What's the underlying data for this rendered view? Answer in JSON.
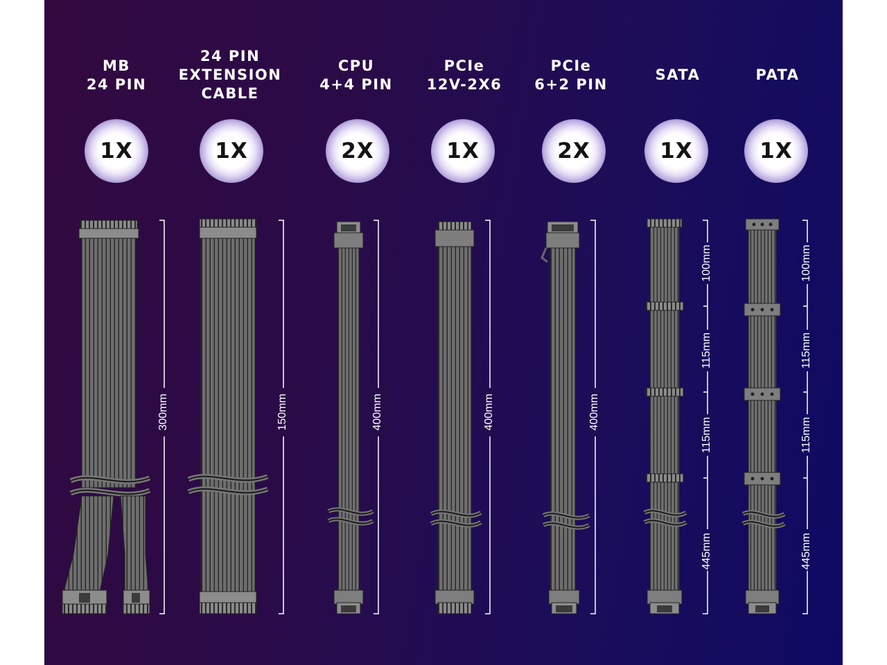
{
  "cables": [
    {
      "id": "mb24",
      "title_lines": [
        "MB",
        "24 PIN"
      ],
      "quantity": "1X",
      "lengths": [
        "300mm"
      ]
    },
    {
      "id": "ext24",
      "title_lines": [
        "24 PIN",
        "EXTENSION",
        "CABLE"
      ],
      "quantity": "1X",
      "lengths": [
        "150mm"
      ]
    },
    {
      "id": "cpu",
      "title_lines": [
        "CPU",
        "4+4 PIN"
      ],
      "quantity": "2X",
      "lengths": [
        "400mm"
      ]
    },
    {
      "id": "pcie12v",
      "title_lines": [
        "PCIe",
        "12V-2X6"
      ],
      "quantity": "1X",
      "lengths": [
        "400mm"
      ]
    },
    {
      "id": "pcie62",
      "title_lines": [
        "PCIe",
        "6+2 PIN"
      ],
      "quantity": "2X",
      "lengths": [
        "400mm"
      ]
    },
    {
      "id": "sata",
      "title_lines": [
        "SATA"
      ],
      "quantity": "1X",
      "lengths": [
        "100mm",
        "115mm",
        "115mm",
        "445mm"
      ]
    },
    {
      "id": "pata",
      "title_lines": [
        "PATA"
      ],
      "quantity": "1X",
      "lengths": [
        "100mm",
        "115mm",
        "115mm",
        "445mm"
      ]
    }
  ],
  "colors": {
    "background_left": "#32093f",
    "background_right": "#0e0a63",
    "cable": "#6d6d6d",
    "text": "#ffffff"
  }
}
